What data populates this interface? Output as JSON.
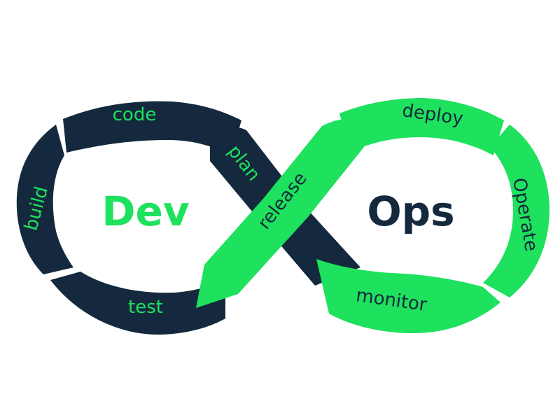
{
  "diagram": {
    "center_left": "Dev",
    "center_right": "Ops",
    "stages": {
      "plan": "plan",
      "code": "code",
      "build": "build",
      "test": "test",
      "release": "release",
      "deploy": "deploy",
      "operate": "Operate",
      "monitor": "monitor"
    },
    "colors": {
      "dev_loop": "#14293d",
      "ops_loop": "#1ee15d",
      "dev_text": "#1ee15d",
      "ops_text": "#14293d",
      "background": "#ffffff"
    }
  }
}
